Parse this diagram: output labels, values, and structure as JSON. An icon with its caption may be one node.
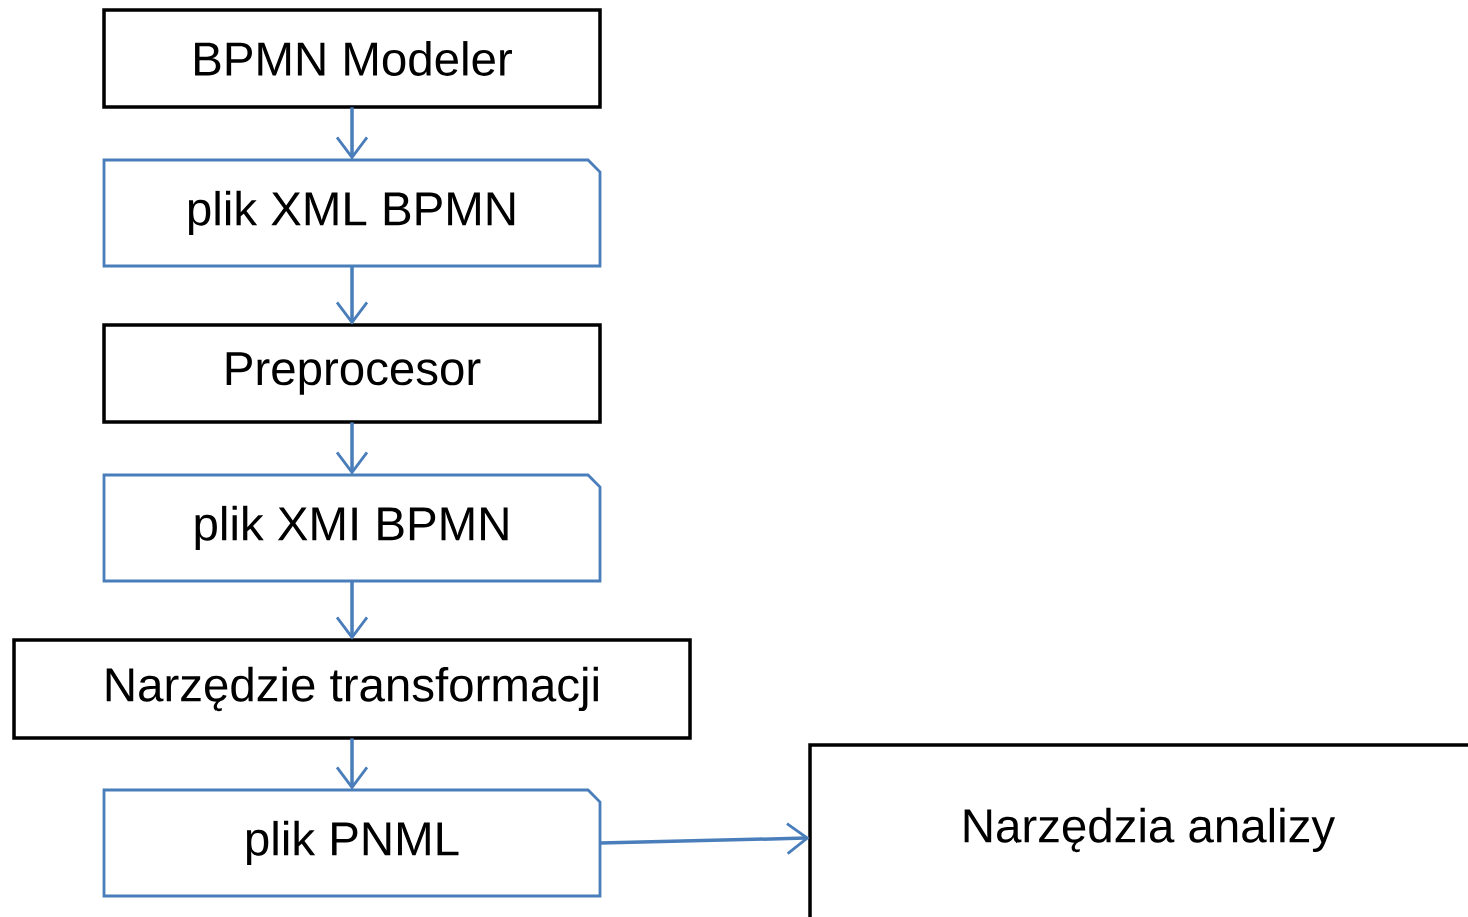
{
  "diagram": {
    "nodes": [
      {
        "text": [
          "BPMN Modeler"
        ]
      },
      {
        "text": [
          "plik XML BPMN"
        ]
      },
      {
        "text": [
          "Preprocesor"
        ]
      },
      {
        "text": [
          "plik XMI BPMN"
        ]
      },
      {
        "text": [
          "Narzędzie transformacji"
        ]
      },
      {
        "text": [
          "plik PNML"
        ]
      },
      {
        "text": [
          "Narzędzia analizy"
        ]
      }
    ],
    "edges": [
      {
        "from": 0,
        "to": 1,
        "arrow": "to"
      },
      {
        "from": 1,
        "to": 2,
        "arrow": "to"
      },
      {
        "from": 2,
        "to": 3,
        "arrow": "to"
      },
      {
        "from": 3,
        "to": 4,
        "arrow": "to"
      },
      {
        "from": 4,
        "to": 5,
        "arrow": "to"
      },
      {
        "from": 5,
        "to": 6,
        "arrow": "to"
      }
    ]
  }
}
